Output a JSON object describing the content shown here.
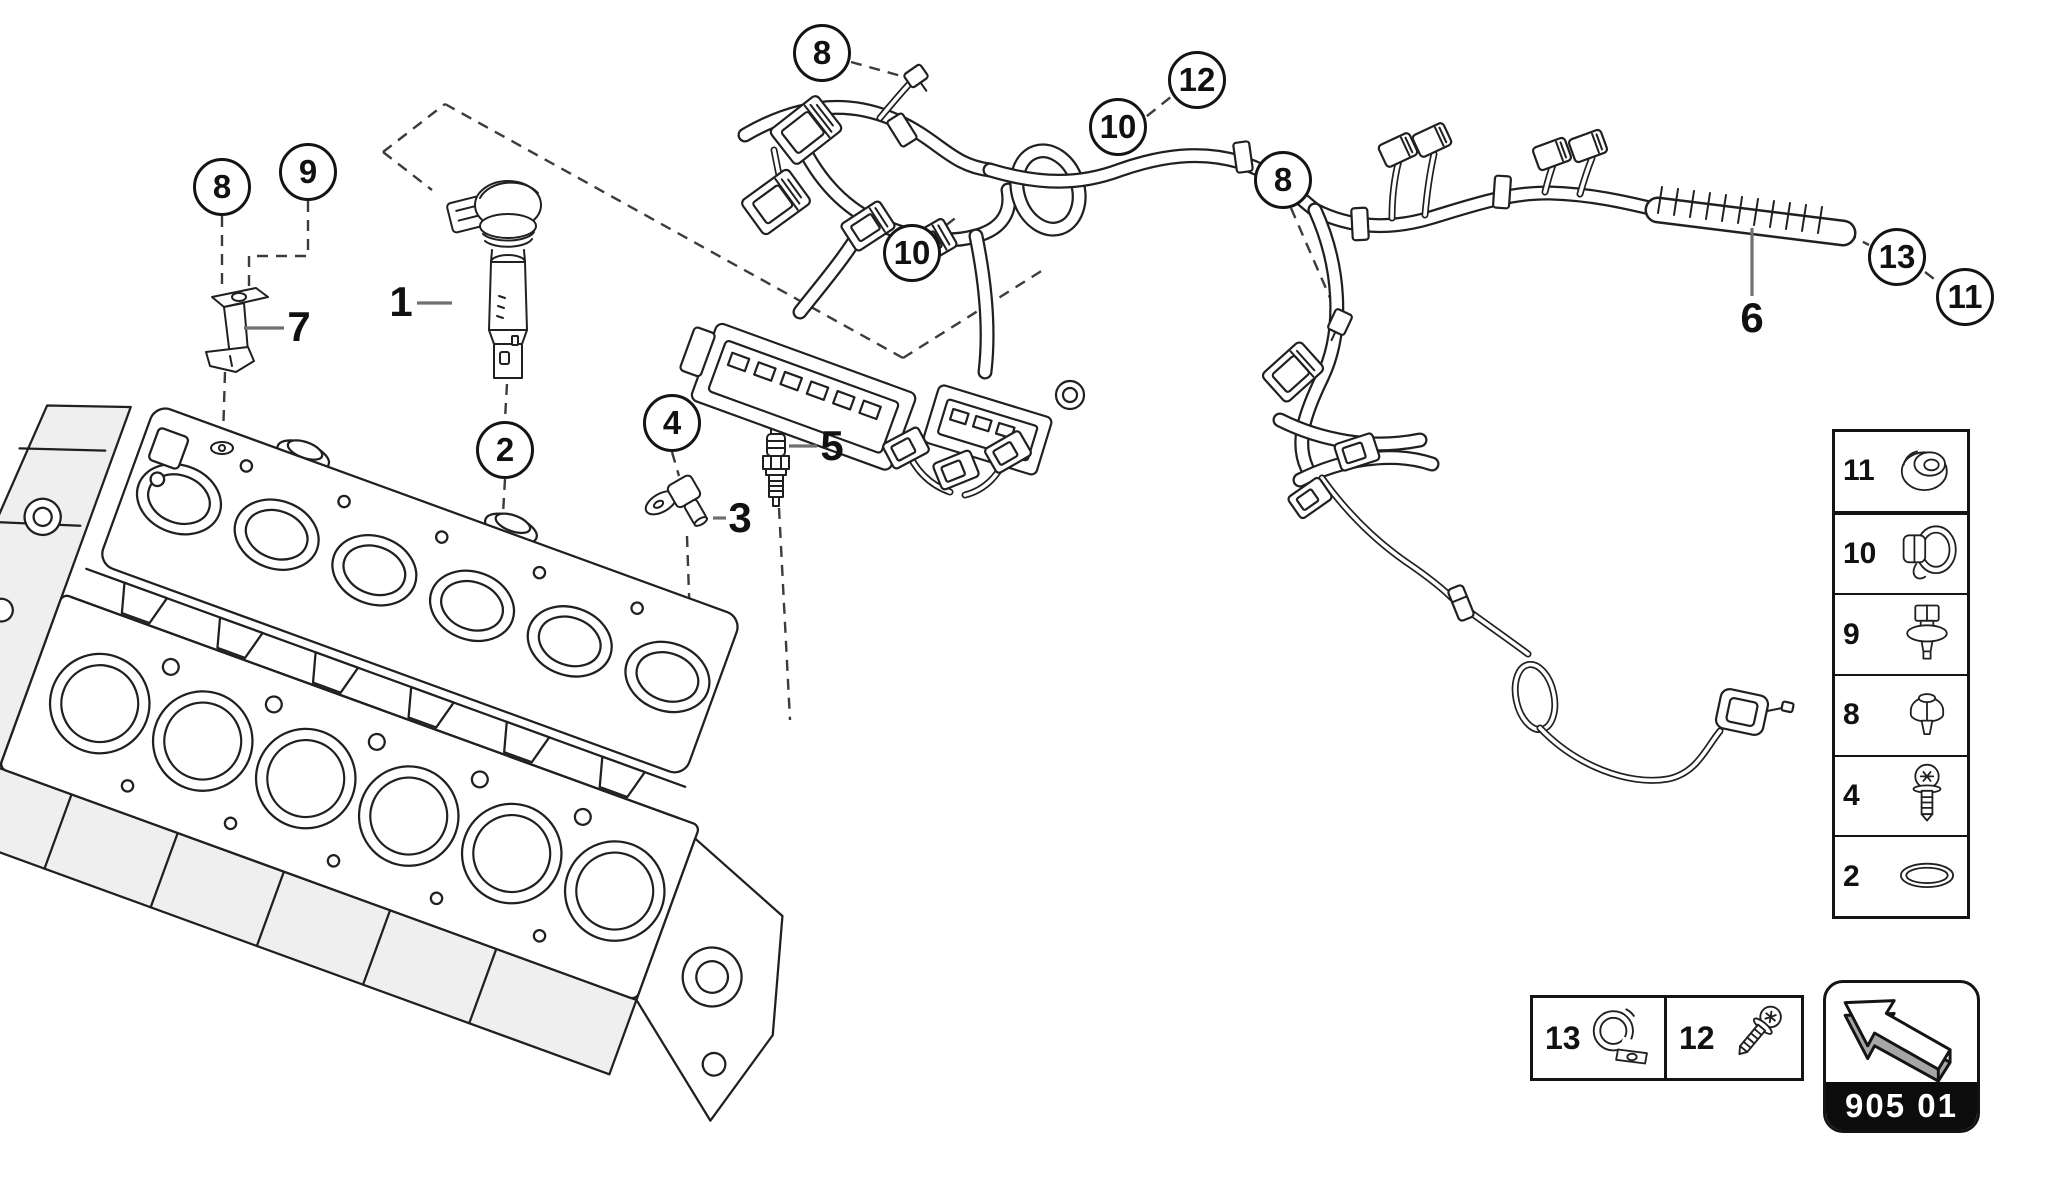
{
  "colors": {
    "background": "#ffffff",
    "line": "#202020",
    "dashed_line": "#3c3c3c",
    "leader_line": "#707070",
    "badge_background": "#0c0c0c",
    "badge_text": "#ffffff",
    "arrow_side": "#a6a6a6"
  },
  "code_box": {
    "code": "905 01"
  },
  "callouts": [
    {
      "id": "callout-8-bracket",
      "n": "8"
    },
    {
      "id": "callout-9-bracket",
      "n": "9"
    },
    {
      "id": "callout-2-seal",
      "n": "2"
    },
    {
      "id": "callout-4-sensor-screw",
      "n": "4"
    },
    {
      "id": "callout-8-harness-left",
      "n": "8"
    },
    {
      "id": "callout-10-harness-left",
      "n": "10"
    },
    {
      "id": "callout-10-harness-right",
      "n": "10"
    },
    {
      "id": "callout-12-harness",
      "n": "12"
    },
    {
      "id": "callout-8-harness-right",
      "n": "8"
    },
    {
      "id": "callout-13-harness",
      "n": "13"
    },
    {
      "id": "callout-11-harness",
      "n": "11"
    }
  ],
  "part_labels": [
    {
      "id": "label-1-ignition-coil",
      "n": "1"
    },
    {
      "id": "label-3-cam-sensor",
      "n": "3"
    },
    {
      "id": "label-5-spark-plug",
      "n": "5"
    },
    {
      "id": "label-6-wiring-harness",
      "n": "6"
    },
    {
      "id": "label-7-bracket",
      "n": "7"
    }
  ],
  "legend": {
    "rows": [
      {
        "num": "11",
        "icon": "grommet-icon"
      },
      {
        "num": "10",
        "icon": "grommet-clip-icon"
      },
      {
        "num": "9",
        "icon": "push-clip-icon"
      },
      {
        "num": "8",
        "icon": "rivet-icon"
      },
      {
        "num": "4",
        "icon": "screw-icon"
      },
      {
        "num": "2",
        "icon": "o-ring-icon"
      }
    ]
  },
  "hardware_boxes": [
    {
      "num": "13",
      "icon": "clamp-icon"
    },
    {
      "num": "12",
      "icon": "screw-angled-icon"
    }
  ]
}
